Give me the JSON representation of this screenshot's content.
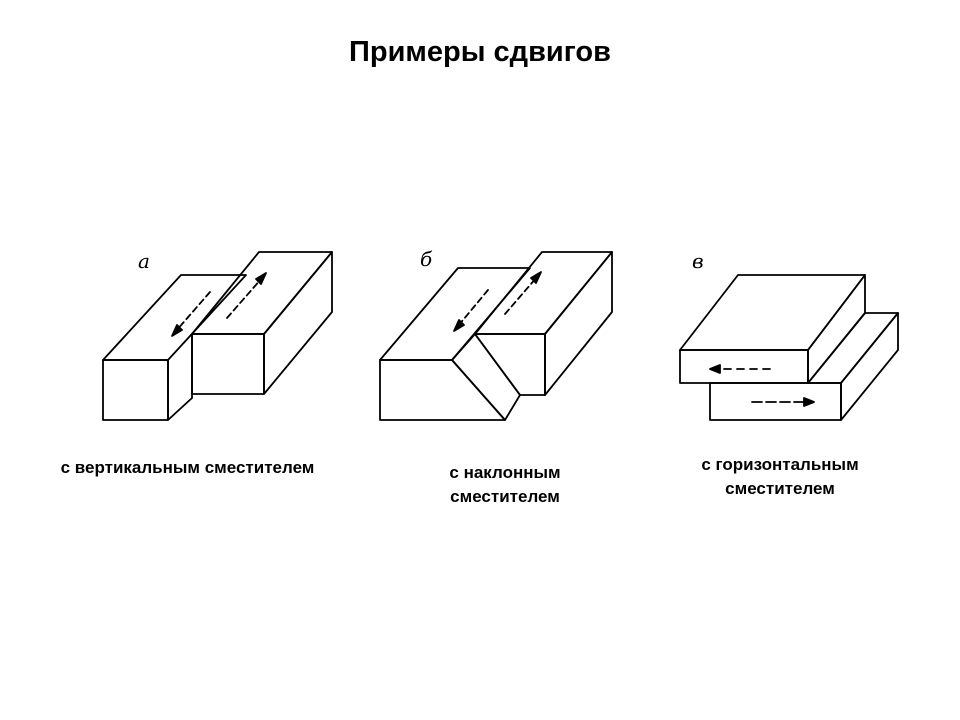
{
  "title": "Примеры сдвигов",
  "panels": [
    {
      "letter": "а",
      "caption_lines": [
        "с вертикальным сместителем"
      ]
    },
    {
      "letter": "б",
      "caption_lines": [
        "с наклонным",
        "сместителем"
      ]
    },
    {
      "letter": "в",
      "caption_lines": [
        "с горизонтальным",
        "сместителем"
      ]
    }
  ],
  "colors": {
    "line": "#000000",
    "background": "#ffffff"
  }
}
